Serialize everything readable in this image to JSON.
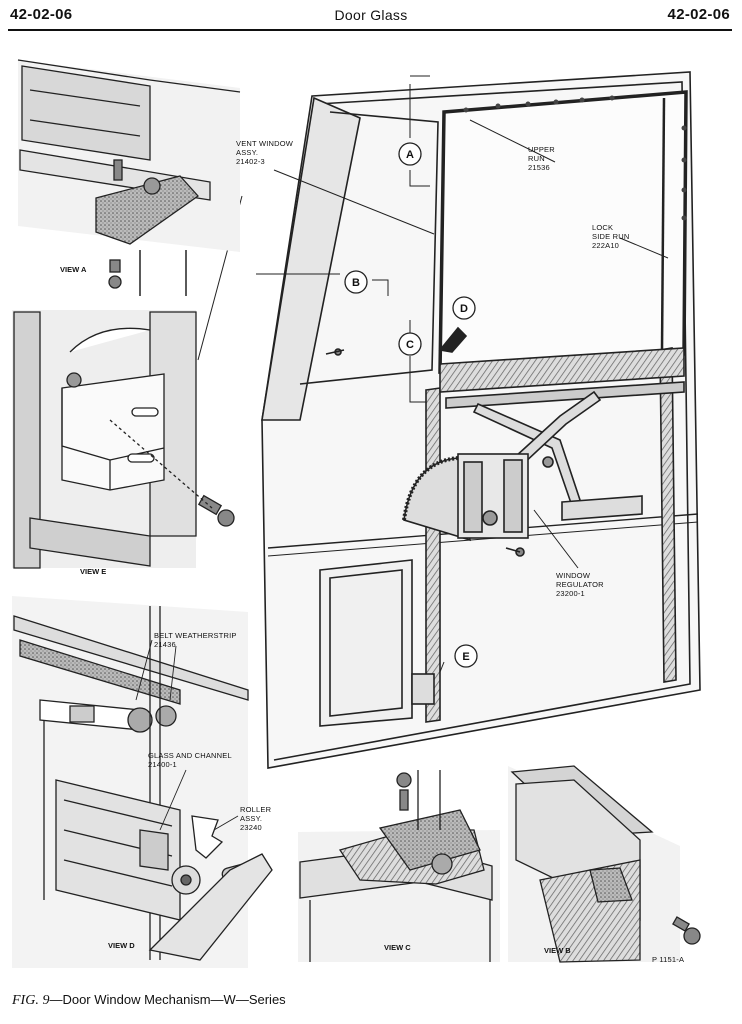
{
  "header": {
    "section_left": "42-02-06",
    "title": "Door Glass",
    "section_right": "42-02-06"
  },
  "labels": {
    "vent_window": [
      "VENT WINDOW",
      "ASSY.",
      "21402-3"
    ],
    "upper_run": [
      "UPPER",
      "RUN",
      "21536"
    ],
    "lock_side_run": [
      "LOCK",
      "SIDE RUN",
      "222A10"
    ],
    "window_regulator": [
      "WINDOW",
      "REGULATOR",
      "23200-1"
    ],
    "belt_weatherstrip": [
      "BELT WEATHERSTRIP",
      "21436"
    ],
    "glass_and_channel": [
      "GLASS AND CHANNEL",
      "21400-1"
    ],
    "roller_assy": [
      "ROLLER",
      "ASSY.",
      "23240"
    ]
  },
  "callouts": [
    "A",
    "B",
    "C",
    "D",
    "E"
  ],
  "views": {
    "a": "VIEW A",
    "b": "VIEW B",
    "c": "VIEW C",
    "d": "VIEW D",
    "e": "VIEW E"
  },
  "plate_number": "P 1151-A",
  "caption": {
    "fig_label": "FIG.",
    "fig_number": "9",
    "text": "—Door Window Mechanism—W—Series"
  }
}
